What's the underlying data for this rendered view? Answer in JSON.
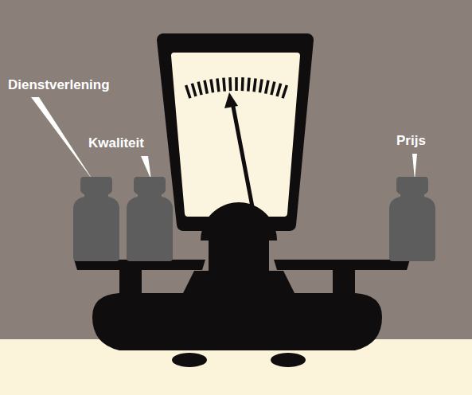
{
  "diagram": {
    "labels": [
      "Dienstverlening",
      "Kwaliteit",
      "Prijs"
    ]
  }
}
